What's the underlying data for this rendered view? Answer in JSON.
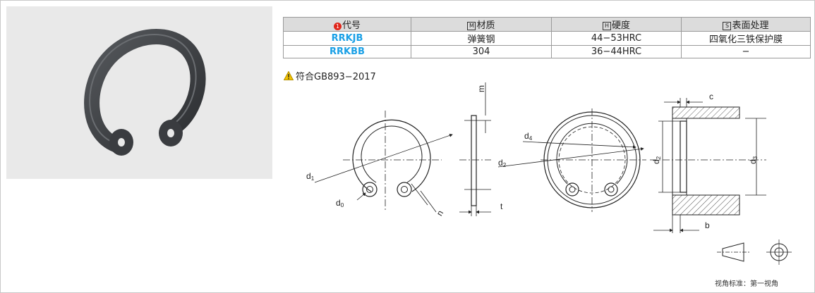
{
  "table": {
    "headers": [
      {
        "badge": "1",
        "label": "代号"
      },
      {
        "badge": "M",
        "label": "材质"
      },
      {
        "badge": "H",
        "label": "硬度"
      },
      {
        "badge": "S",
        "label": "表面处理"
      }
    ],
    "rows": [
      {
        "code": "RRKJB",
        "material": "弹簧钢",
        "hardness": "44−53HRC",
        "surface": "四氧化三铁保护膜"
      },
      {
        "code": "RRKBB",
        "material": "304",
        "hardness": "36−44HRC",
        "surface": "−"
      }
    ]
  },
  "note": "符合GB893−2017",
  "labels": {
    "d1": "d",
    "d1_sub": "1",
    "d0": "d",
    "d0_sub": "0",
    "n": "n",
    "m": "m",
    "t": "t",
    "d4": "d",
    "d4_sub": "4",
    "d2": "d",
    "d2_sub": "2",
    "d2v": "d",
    "d2v_sub": "2",
    "d3": "d",
    "d3_sub": "3",
    "c": "c",
    "b": "b"
  },
  "view_standard": "视角标准：第一视角",
  "colors": {
    "code": "#1aa0e6",
    "header_bg": "#dcdcdc",
    "warning": "#f2c200",
    "badge_red": "#e0261b"
  }
}
